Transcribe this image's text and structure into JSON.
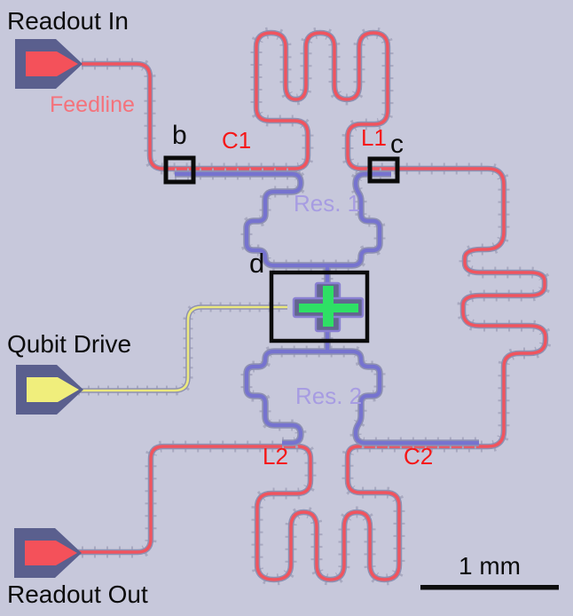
{
  "figure": {
    "type": "device-micrograph",
    "labels": {
      "readout_in": "Readout In",
      "feedline": "Feedline",
      "qubit_drive": "Qubit Drive",
      "readout_out": "Readout Out",
      "inset_b": "b",
      "inset_c": "c",
      "inset_d": "d",
      "coupler_c1": "C1",
      "coupler_l1": "L1",
      "coupler_l2": "L2",
      "coupler_c2": "C2",
      "resonator_1": "Res. 1",
      "resonator_2": "Res. 2"
    },
    "scale_bar": {
      "label": "1 mm"
    },
    "colors": {
      "background": "#c7c8db",
      "ground_plane_pad": "#5a5f8e",
      "feedline_core": "#f0545e",
      "resonator_core": "#7673cf",
      "drive_core": "#ebe87f",
      "qubit_cross": "#2ee065",
      "pocket_outline": "#8a80d2",
      "label_red": "#f51717",
      "label_salmon": "#f4737c",
      "label_purple": "#a79ce2",
      "annotation_black": "#0b0b0b"
    },
    "components": {
      "ports": [
        "Readout In",
        "Qubit Drive",
        "Readout Out"
      ],
      "resonators": [
        "Res. 1",
        "Res. 2"
      ],
      "couplers": [
        "C1",
        "L1",
        "L2",
        "C2"
      ],
      "insets": [
        "b",
        "c",
        "d"
      ]
    }
  }
}
